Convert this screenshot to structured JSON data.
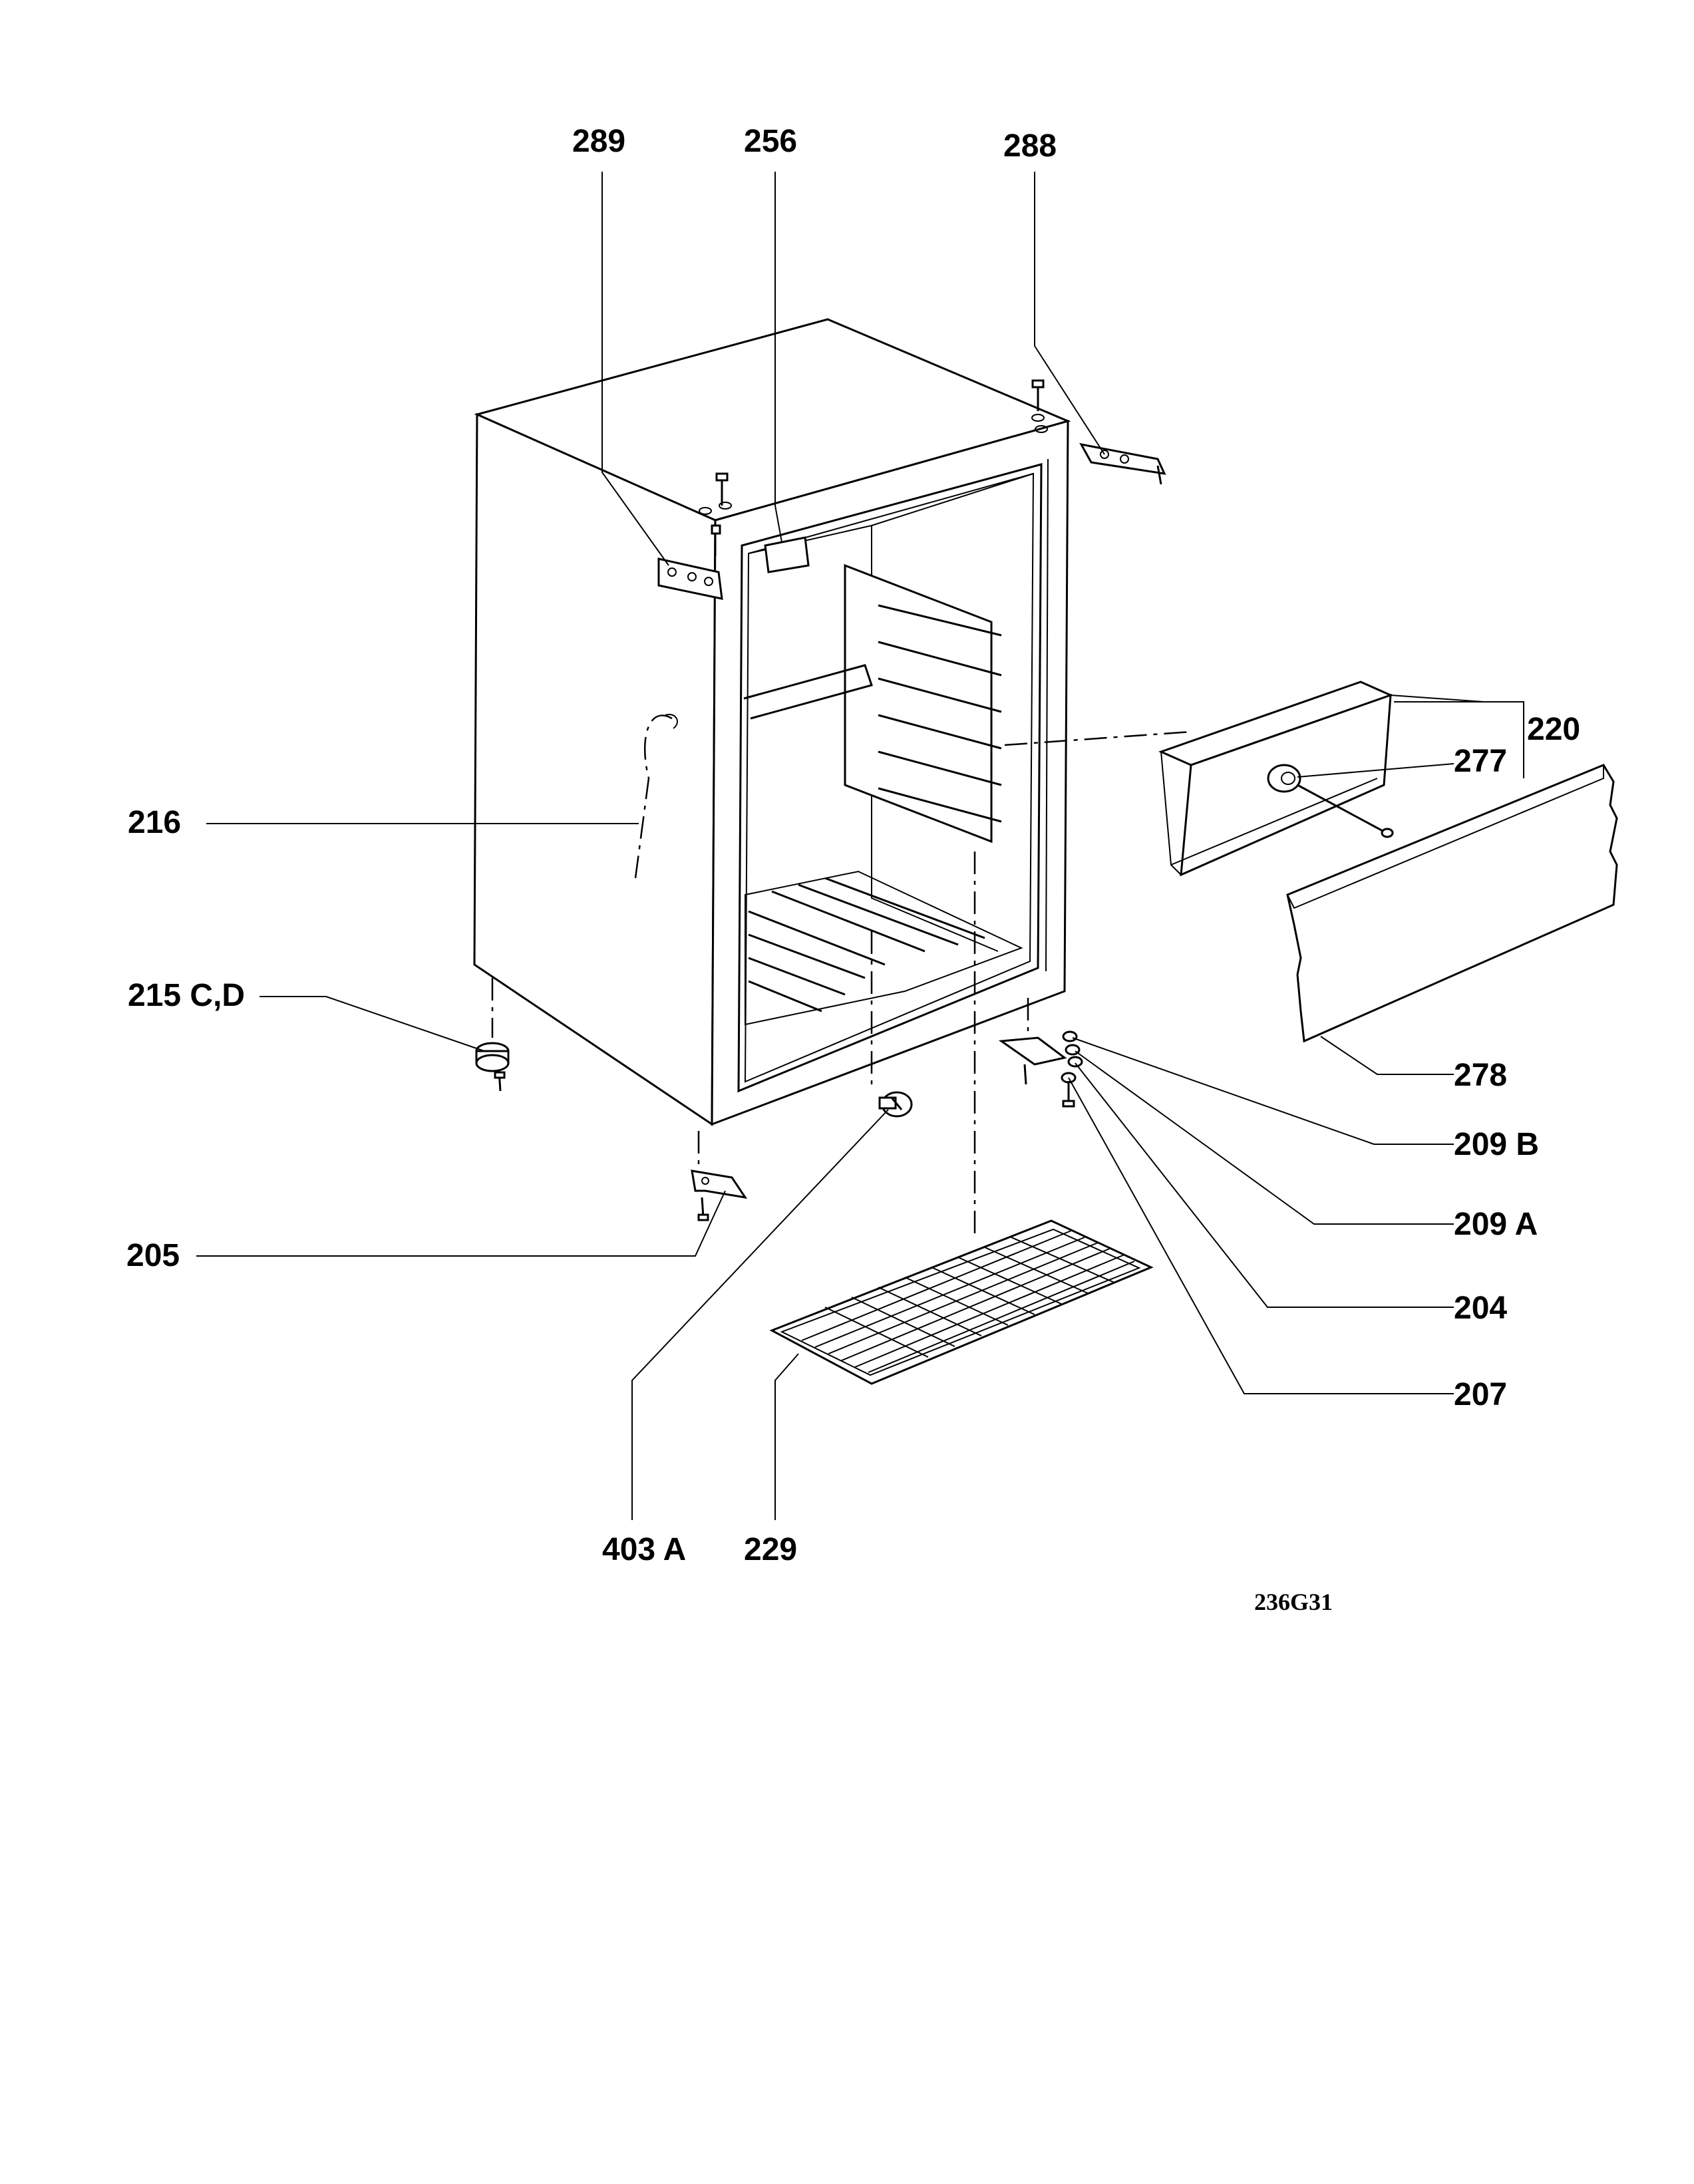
{
  "labels": {
    "p289": "289",
    "p256": "256",
    "p288": "288",
    "p220": "220",
    "p277": "277",
    "p216": "216",
    "p215": "215 C,D",
    "p278": "278",
    "p209b": "209 B",
    "p209a": "209 A",
    "p205": "205",
    "p204": "204",
    "p207": "207",
    "p403": "403 A",
    "p229": "229"
  },
  "drawing_code": "236G31"
}
